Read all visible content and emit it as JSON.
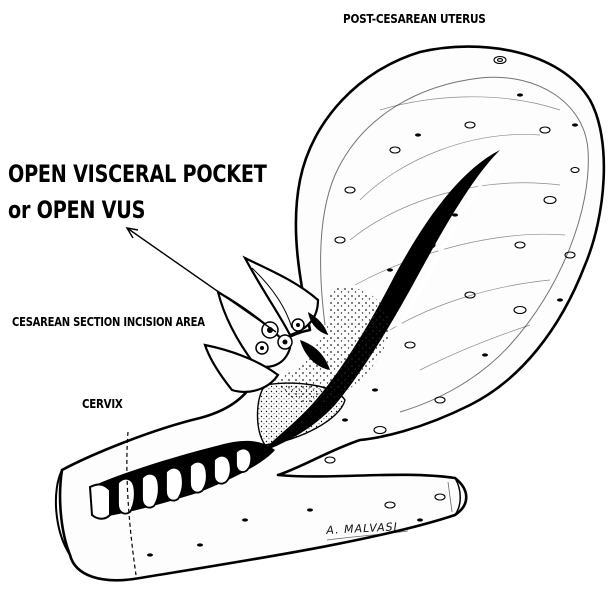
{
  "labels": {
    "post_cesarean_uterus": "POST-CESAREAN UTERUS",
    "open_visceral_pocket_line1": "OPEN VISCERAL POCKET",
    "open_visceral_pocket_line2": "or OPEN VUS",
    "cesarean_section_incision_area": "CESAREAN SECTION INCISION AREA",
    "cervix": "CERVIX"
  },
  "signature": "A. MALVASI",
  "colors": {
    "ink": "#000000",
    "background": "#ffffff",
    "tissue": "#fdfdfd",
    "stipple": "#222222"
  }
}
